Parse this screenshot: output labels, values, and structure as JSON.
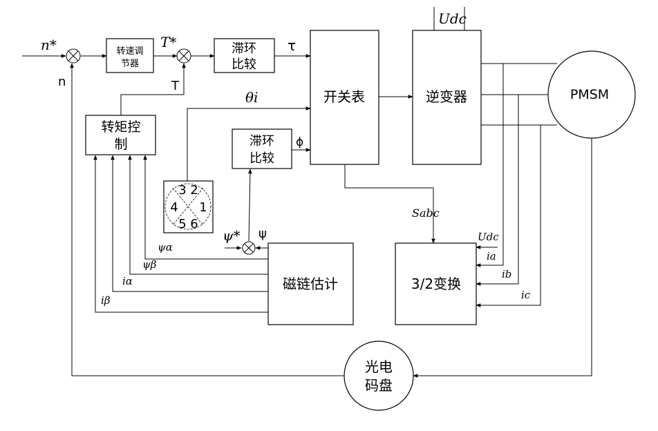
{
  "blocks": {
    "speed_regulator": [
      "转速调",
      "节器"
    ],
    "hysteresis_torque": [
      "滞环",
      "比较"
    ],
    "hysteresis_flux": [
      "滞环",
      "比较"
    ],
    "switch_table": "开关表",
    "inverter": "逆变器",
    "motor": "PMSM",
    "torque_control": [
      "转矩控",
      "制"
    ],
    "flux_estimator": "磁链估计",
    "transform_32": "3/2变换",
    "encoder": [
      "光电",
      "码盘"
    ]
  },
  "sector": {
    "n3": "3",
    "n2": "2",
    "n4": "4",
    "n1": "1",
    "n5": "5",
    "n6": "6"
  },
  "signals": {
    "n_ref": "n*",
    "n_fb": "n",
    "t_ref": "T*",
    "t_fb": "T",
    "tau": "τ",
    "theta": "θi",
    "phi": "ϕ",
    "psi_ref": "ψ*",
    "psi_fb": "ψ",
    "psi_alpha": "ψα",
    "psi_beta": "ψβ",
    "i_alpha": "iα",
    "i_beta": "iβ",
    "s_abc": "Sabc",
    "udc_top": "Udc",
    "udc": "Udc",
    "ia": "ia",
    "ib": "ib",
    "ic": "ic"
  }
}
